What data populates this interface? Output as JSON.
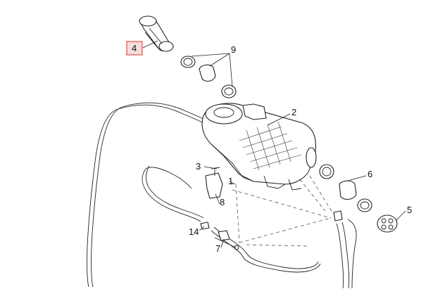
{
  "diagram": {
    "highlight_color": "#d9534f",
    "highlight_fill": "#f6dcdc",
    "callouts": {
      "c1": "1",
      "c2": "2",
      "c3": "3",
      "c4": "4",
      "c5": "5",
      "c6": "6",
      "c7": "7",
      "c8": "8",
      "c9": "9",
      "c14": "14"
    }
  }
}
